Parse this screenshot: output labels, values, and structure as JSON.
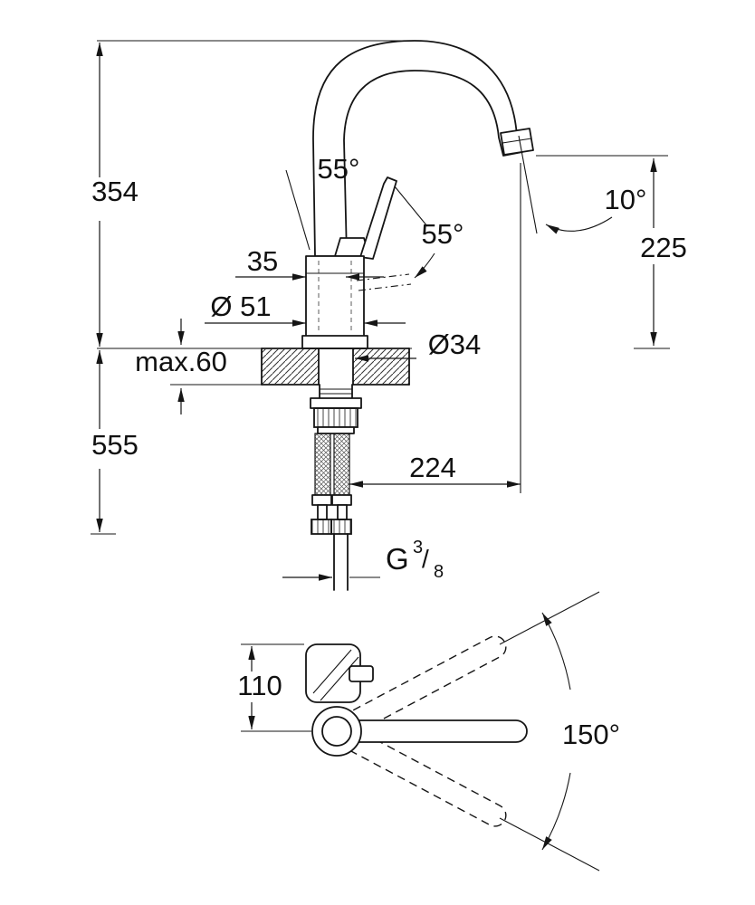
{
  "page": {
    "background": "#ffffff",
    "line_color": "#151515"
  },
  "elevation": {
    "dim_height_above_deck": "354",
    "dim_below_deck": "555",
    "dim_lever_angle_open": "55°",
    "dim_lever_angle_swing": "55°",
    "dim_spout_tilt": "10°",
    "dim_outlet_height": "225",
    "dim_collar": "35",
    "dim_body_diameter": "Ø 51",
    "dim_hole_diameter": "Ø34",
    "dim_deck_thickness": "max.60",
    "dim_reach": "224",
    "thread": {
      "g": "G",
      "numerator": "3",
      "slash": "/",
      "denominator": "8"
    }
  },
  "plan": {
    "dim_base_depth": "110",
    "dim_swivel_range": "150°"
  }
}
